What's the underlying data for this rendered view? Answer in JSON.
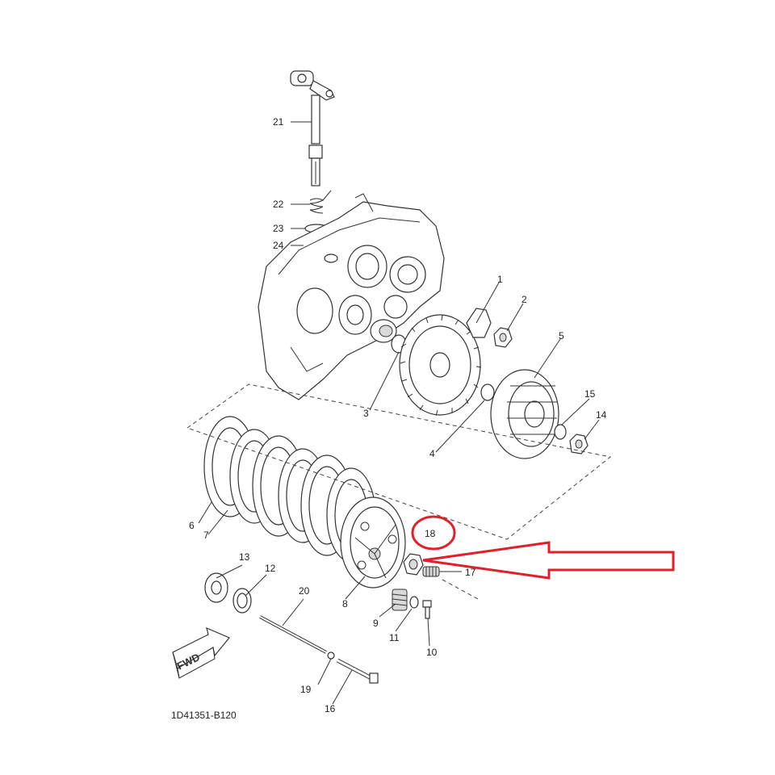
{
  "diagram": {
    "code": "1D41351-B120",
    "fwd_label": "FWD",
    "callouts": [
      "1",
      "2",
      "3",
      "4",
      "5",
      "6",
      "7",
      "8",
      "9",
      "10",
      "11",
      "12",
      "13",
      "14",
      "15",
      "16",
      "17",
      "18",
      "19",
      "20",
      "21",
      "22",
      "23",
      "24"
    ],
    "highlight": {
      "part": "18",
      "color": "#e0202a"
    }
  }
}
